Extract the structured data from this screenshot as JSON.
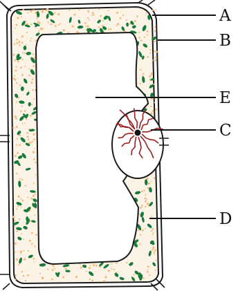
{
  "figure": {
    "labels": [
      {
        "id": "A",
        "text": "A"
      },
      {
        "id": "B",
        "text": "B"
      },
      {
        "id": "C",
        "text": "C"
      },
      {
        "id": "D",
        "text": "D"
      },
      {
        "id": "E",
        "text": "E"
      }
    ]
  },
  "colors": {
    "outline": "#1a1a1a",
    "cytoplasm": "#fbf4e6",
    "granules": "#f2b87a",
    "chloroplasts": "#157a3a",
    "chromatin": "#9c1d1d",
    "nucleus": "#ffffff"
  }
}
